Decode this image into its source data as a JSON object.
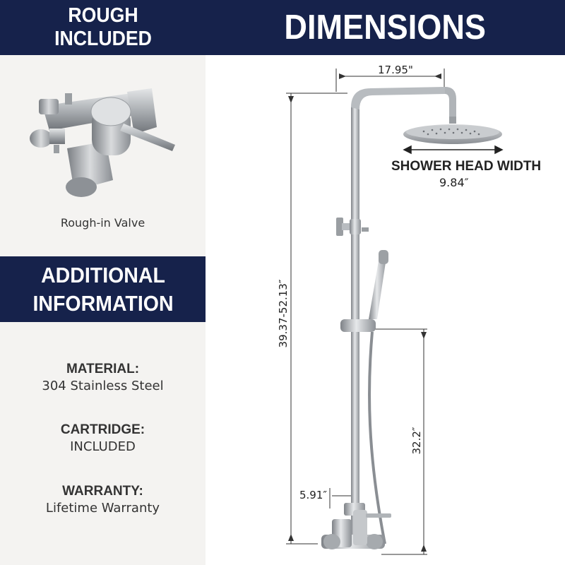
{
  "banners": {
    "rough": "ROUGH INCLUDED",
    "dimensions": "DIMENSIONS",
    "additional": "ADDITIONAL INFORMATION"
  },
  "valve": {
    "caption": "Rough-in Valve"
  },
  "specs": [
    {
      "label": "MATERIAL:",
      "value": "304 Stainless Steel"
    },
    {
      "label": "CARTRIDGE:",
      "value": "INCLUDED"
    },
    {
      "label": "WARRANTY:",
      "value": "Lifetime Warranty"
    }
  ],
  "dimensions": {
    "arm_reach": "17.95\"",
    "shower_head_label": "SHOWER HEAD WIDTH",
    "shower_head_width": "9.84″",
    "total_height": "39.37-52.13″",
    "slide_height": "32.2″",
    "spout_offset": "5.91″"
  },
  "colors": {
    "navy": "#16224b",
    "panel": "#f4f3f1",
    "steel": "#b8bcc0"
  }
}
